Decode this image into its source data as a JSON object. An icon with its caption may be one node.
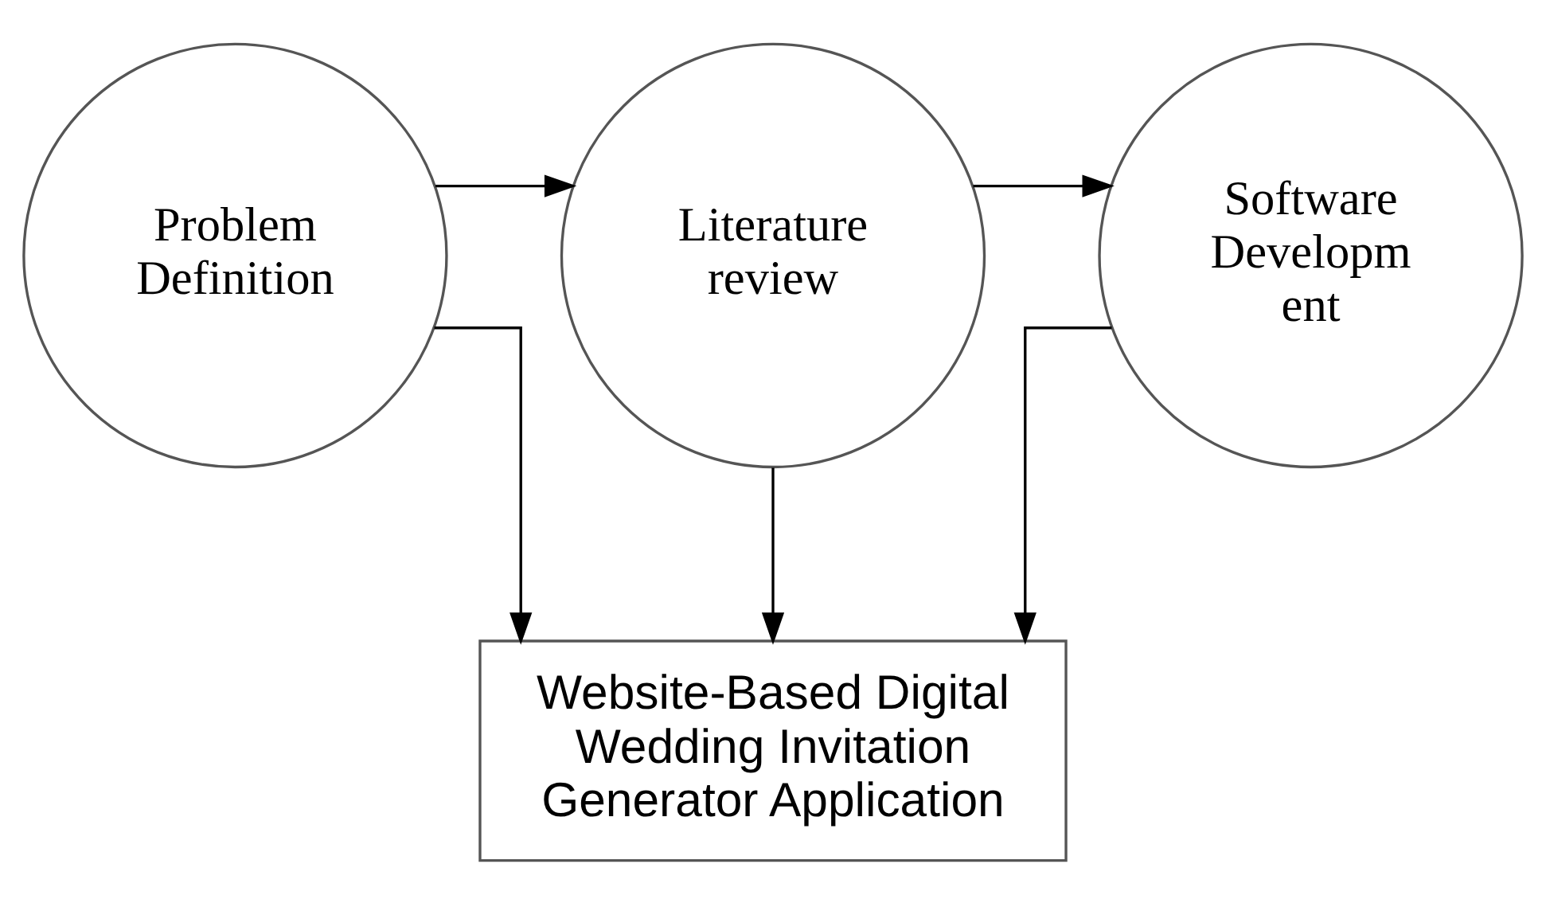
{
  "diagram": {
    "nodes": [
      {
        "text": [
          "Problem Definition"
        ]
      },
      {
        "text": [
          "Literature review"
        ]
      },
      {
        "text": [
          "Software Developm ent"
        ]
      },
      {
        "text": [
          "Website-Based Digital Wedding Invitation Generator Application"
        ]
      }
    ],
    "edges": [
      {
        "from": 0,
        "to": 1,
        "arrow": "to"
      },
      {
        "from": 1,
        "to": 2,
        "arrow": "to"
      },
      {
        "from": 0,
        "to": 3,
        "arrow": "to"
      },
      {
        "from": 1,
        "to": 3,
        "arrow": "to"
      },
      {
        "from": 2,
        "to": 3,
        "arrow": "to"
      }
    ]
  }
}
